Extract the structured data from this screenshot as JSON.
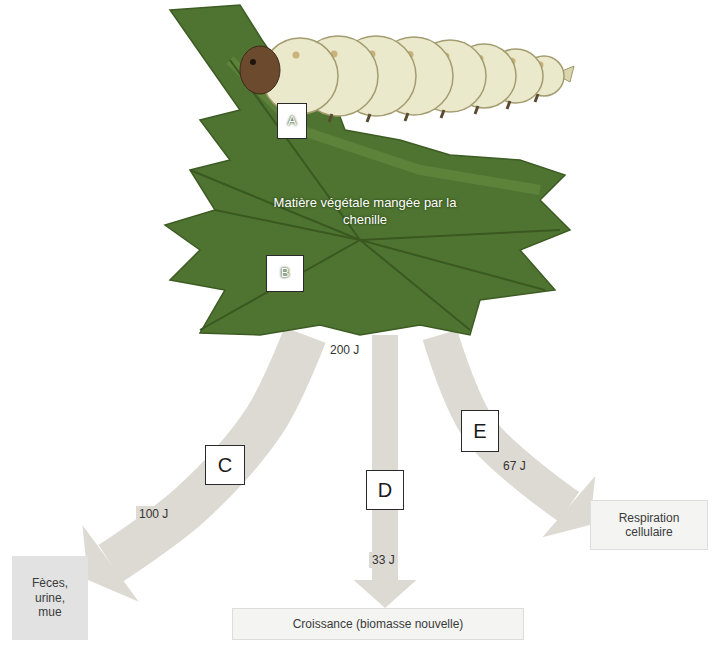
{
  "diagram": {
    "nodes": [
      {
        "text": [
          "Matière végétale mangée par la chenille"
        ]
      },
      {
        "text": [
          "A"
        ],
        "in": 0
      },
      {
        "text": [
          "B"
        ],
        "in": 0
      },
      {
        "text": [
          "C"
        ]
      },
      {
        "text": [
          "D"
        ]
      },
      {
        "text": [
          "E"
        ]
      },
      {
        "text": [
          "Fèces, urine, mue"
        ]
      },
      {
        "text": [
          "Croissance (biomasse nouvelle)"
        ]
      },
      {
        "text": [
          "Respiration cellulaire"
        ]
      }
    ],
    "edges": [
      {
        "from": 0,
        "to": 6,
        "label": "100 J",
        "arrow": "to"
      },
      {
        "from": 0,
        "to": 7,
        "label": "33 J",
        "arrow": "to"
      },
      {
        "from": 0,
        "to": 8,
        "label": "67 J",
        "arrow": "to"
      }
    ],
    "labels": [
      "200 J"
    ]
  }
}
